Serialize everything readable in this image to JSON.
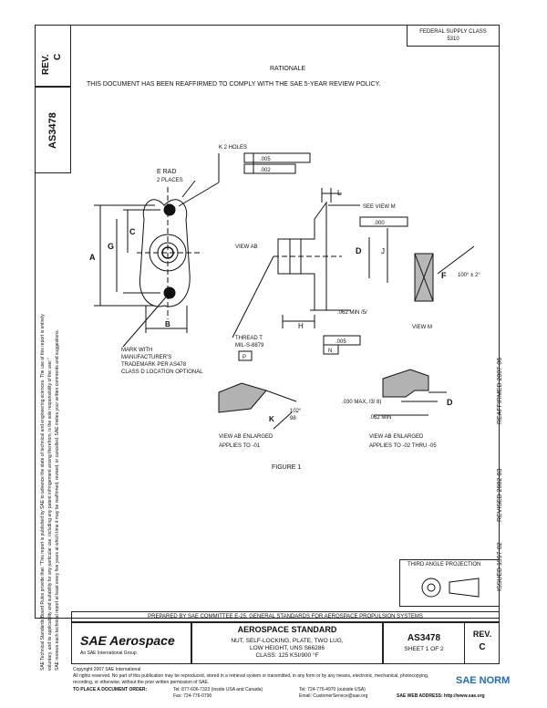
{
  "header": {
    "federal_supply": "FEDERAL SUPPLY CLASS",
    "fsc": "5310",
    "rev_label": "REV.",
    "rev": "C",
    "doc_no": "AS3478"
  },
  "rationale": {
    "title": "RATIONALE",
    "text": "THIS DOCUMENT HAS BEEN REAFFIRMED TO COMPLY WITH THE SAE 5-YEAR REVIEW POLICY."
  },
  "drawing": {
    "k_holes": "K 2 HOLES",
    "tol1": ".005",
    "tol2": ".002",
    "e_rad": "E RAD",
    "two_places": "2 PLACES",
    "label_c": "C",
    "label_g": "G",
    "label_a": "A",
    "label_b": "B",
    "label_l": "L",
    "see_view_m": "SEE VIEW M",
    "tol3": ".000",
    "view_ab": "VIEW AB",
    "label_d": "D",
    "label_j": "J",
    "label_f": "F",
    "angle": "100° ± 2°",
    "label_h": "H",
    "min_062": ".062 MIN /5/",
    "view_m": "VIEW M",
    "thread": "THREAD T",
    "mil_spec": "MIL-S-8879",
    "p_box": "P",
    "n_box": "N",
    "tol4": ".005",
    "mark_with": "MARK WITH",
    "manufacturer": "MANUFACTURER'S",
    "trademark": "TRADEMARK PER AS478",
    "class_d": "CLASS D LOCATION OPTIONAL",
    "label_k": "K",
    "angle2": "102°",
    "angle2b": "98",
    "view_ab_enl1": "VIEW AB ENLARGED",
    "applies1": "APPLIES TO -01",
    "max_030": ".030 MAX, /3/ 8)",
    "min_062b": ".062 MIN",
    "view_ab_enl2": "VIEW AB ENLARGED",
    "applies2": "APPLIES TO -02 THRU -05",
    "figure": "FIGURE 1"
  },
  "side": {
    "reaffirmed": "REAFFIRMED 2007-06",
    "revised": "REVISED 2002-03",
    "issued": "ISSUED 1997-02",
    "legal1": "SAE Technical Standards Board Rules provide that: \"This report is published by SAE to advance the state of technical and engineering sciences. The use of this report is entirely",
    "legal2": "voluntary, and its applicability and suitability for any particular use, including any patent infringement arising therefrom, is the sole responsibility of the user.\"",
    "legal3": "SAE reviews each technical report at least every five years at which time it may be reaffirmed, revised, or cancelled. SAE invites your written comments and suggestions."
  },
  "third_angle": "THIRD ANGLE PROJECTION",
  "prepared": "PREPARED BY SAE COMMITTEE E-25, GENERAL STANDARDS FOR AEROSPACE PROPULSION SYSTEMS",
  "title_block": {
    "logo": "SAE Aerospace",
    "logo_sub": "An SAE International Group",
    "standard": "AEROSPACE STANDARD",
    "desc1": "NUT, SELF-LOCKING, PLATE, TWO LUG,",
    "desc2": "LOW HEIGHT, UNS S66286",
    "desc3": "CLASS: 125 KSI/900 °F",
    "doc_no": "AS3478",
    "sheet": "SHEET 1 OF 2",
    "rev_label": "REV.",
    "rev": "C"
  },
  "footer": {
    "copyright": "Copyright 2007 SAE International",
    "rights": "All rights reserved. No part of this publication may be reproduced, stored in a retrieval system or transmitted, in any form or by any means, electronic, mechanical, photocopying,",
    "rights2": "recording, or otherwise, without the prior written permission of SAE.",
    "order": "TO PLACE A DOCUMENT ORDER:",
    "tel1": "Tel: 877-606-7323 (inside USA and Canada)",
    "fax": "Fax: 724-776-0790",
    "tel2": "Tel: 724-776-4970 (outside USA)",
    "email": "Email: CustomerService@sae.org",
    "web": "SAE WEB ADDRESS: http://www.sae.org"
  },
  "watermark": "SAE NORM"
}
